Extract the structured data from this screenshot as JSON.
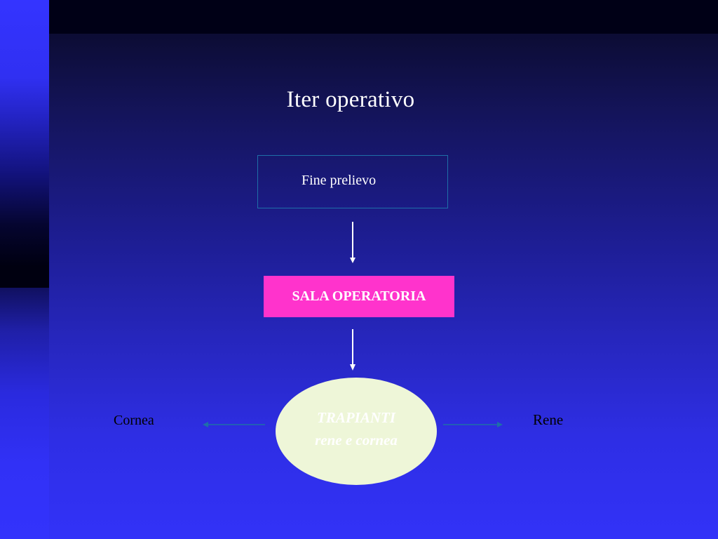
{
  "title": "Iter operativo",
  "nodes": {
    "fine_prelievo": "Fine prelievo",
    "sala_operatoria": "SALA OPERATORIA",
    "trapianti_line1": "TRAPIANTI",
    "trapianti_line2": "rene e cornea"
  },
  "branches": {
    "left": "Cornea",
    "right": "Rene"
  },
  "colors": {
    "sala_fill": "#ff33cc",
    "trapianti_fill": "#eef6d8",
    "fine_border": "#1e6fa8",
    "side_arrow": "#1e6fa8",
    "text": "#ffffff"
  }
}
